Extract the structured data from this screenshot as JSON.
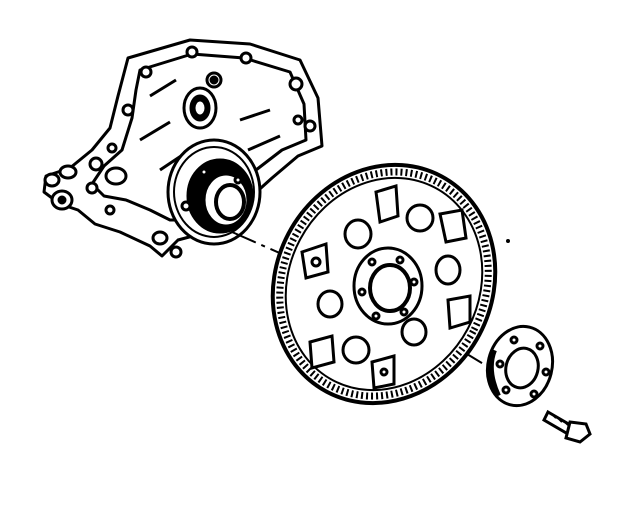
{
  "diagram": {
    "subject": "",
    "parts": [
      {
        "id": "engine-block-rear",
        "icon": "engine-block-icon"
      },
      {
        "id": "rear-main-seal-housing",
        "icon": "seal-housing-icon"
      },
      {
        "id": "flexplate",
        "icon": "flexplate-icon"
      },
      {
        "id": "flexplate-spacer",
        "icon": "spacer-ring-icon"
      },
      {
        "id": "flexplate-bolt",
        "icon": "bolt-icon"
      }
    ],
    "colors": {
      "line": "#000000",
      "background": "#ffffff"
    },
    "ring_gear_tooth_count": 120,
    "flexplate_bolt_holes": 6
  }
}
